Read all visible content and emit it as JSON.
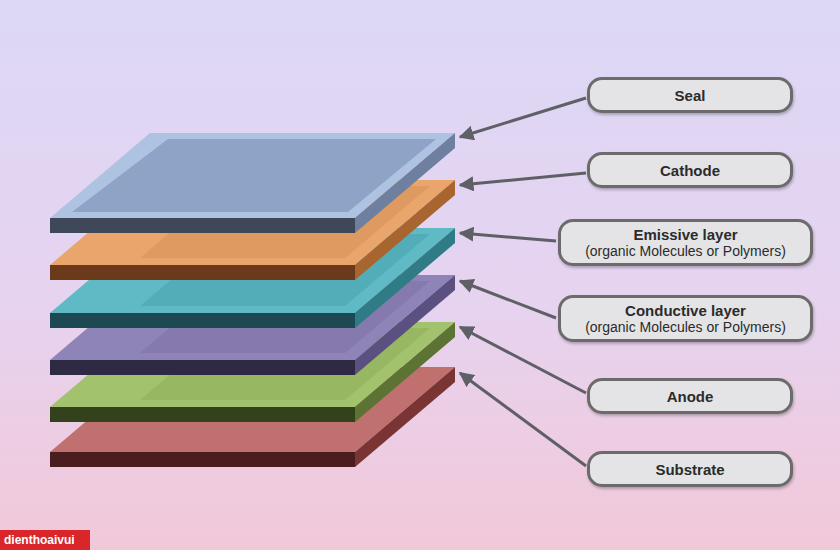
{
  "diagram": {
    "nodes": [
      {
        "text": [
          "Seal"
        ]
      },
      {
        "text": [
          "Cathode"
        ]
      },
      {
        "text": [
          "Emissive layer",
          "(organic Molecules or Polymers)"
        ]
      },
      {
        "text": [
          "Conductive layer",
          "(organic Molecules or Polymers)"
        ]
      },
      {
        "text": [
          "Anode"
        ]
      },
      {
        "text": [
          "Substrate"
        ]
      }
    ],
    "labels": [
      "dienthoaivui"
    ]
  }
}
